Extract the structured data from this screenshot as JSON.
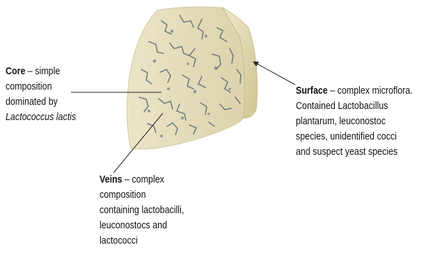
{
  "labels": {
    "core": {
      "term": "Core",
      "desc_part1": " – simple",
      "line2": "composition",
      "line3": "dominated by",
      "line4": "Lactococcus lactis"
    },
    "surface": {
      "term": "Surface",
      "desc_part1": " – complex microflora.",
      "line2": "Contained Lactobacillus",
      "line3": "plantarum, leuconostoc",
      "line4": "species, unidentified cocci",
      "line5": "and suspect yeast species"
    },
    "veins": {
      "term": "Veins",
      "desc_part1": " – complex",
      "line2": "composition",
      "line3": "containing lactobacilli,",
      "line4": "leuconostocs and",
      "line5": "lactococci"
    }
  },
  "colors": {
    "cheese_body": "#e9e3c4",
    "cheese_edge": "#d6cda3",
    "cheese_rind": "#c9bf92",
    "vein": "#5d6c75",
    "arrow": "#222222"
  }
}
